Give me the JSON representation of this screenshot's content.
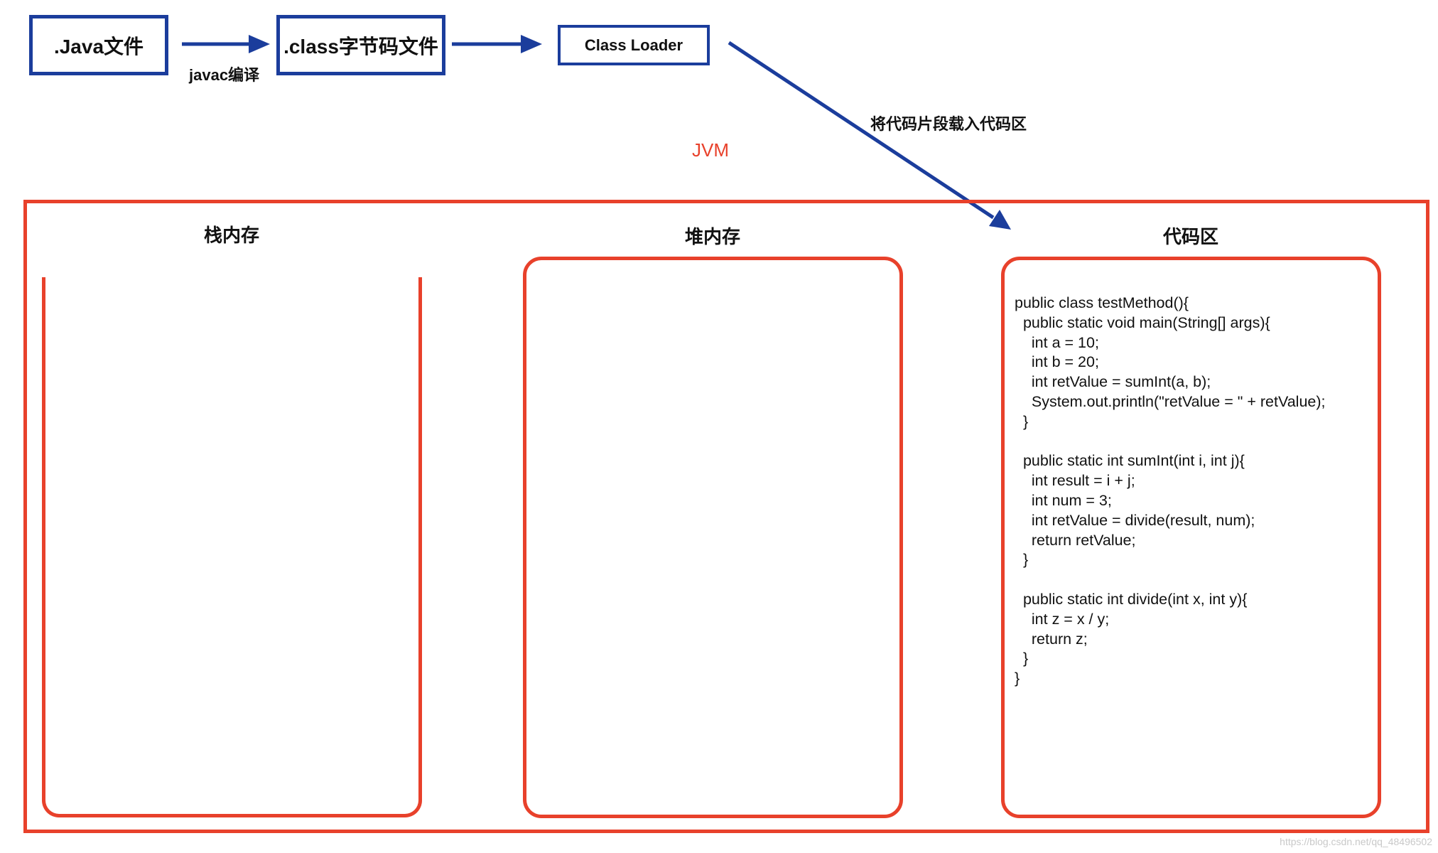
{
  "flow": {
    "java_file": ".Java文件",
    "class_file": ".class字节码文件",
    "class_loader": "Class Loader",
    "javac_label": "javac编译",
    "load_label": "将代码片段载入代码区"
  },
  "jvm": {
    "title": "JVM",
    "stack_title": "栈内存",
    "heap_title": "堆内存",
    "code_title": "代码区"
  },
  "code_area": {
    "source": "public class testMethod(){\n  public static void main(String[] args){\n    int a = 10;\n    int b = 20;\n    int retValue = sumInt(a, b);\n    System.out.println(\"retValue = \" + retValue);\n  }\n\n  public static int sumInt(int i, int j){\n    int result = i + j;\n    int num = 3;\n    int retValue = divide(result, num);\n    return retValue;\n  }\n\n  public static int divide(int x, int y){\n    int z = x / y;\n    return z;\n  }\n}"
  },
  "watermark": "https://blog.csdn.net/qq_48496502",
  "colors": {
    "flow_blue": "#1b3d9c",
    "jvm_red": "#e8412b"
  }
}
